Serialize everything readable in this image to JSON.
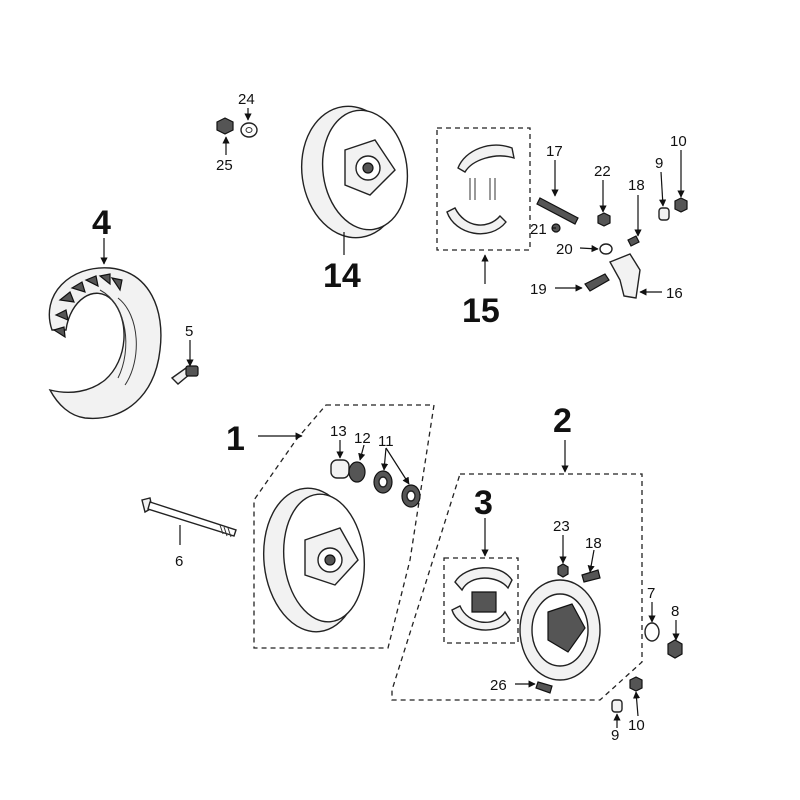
{
  "callouts": {
    "c1": "1",
    "c2": "2",
    "c3": "3",
    "c4": "4",
    "c5": "5",
    "c6": "6",
    "c7": "7",
    "c8": "8",
    "c9a": "9",
    "c9b": "9",
    "c10a": "10",
    "c10b": "10",
    "c11": "11",
    "c12": "12",
    "c13": "13",
    "c14": "14",
    "c15": "15",
    "c16": "16",
    "c17": "17",
    "c18a": "18",
    "c18b": "18",
    "c19": "19",
    "c20": "20",
    "c21": "21",
    "c22": "22",
    "c23": "23",
    "c24": "24",
    "c25": "25",
    "c26": "26"
  }
}
